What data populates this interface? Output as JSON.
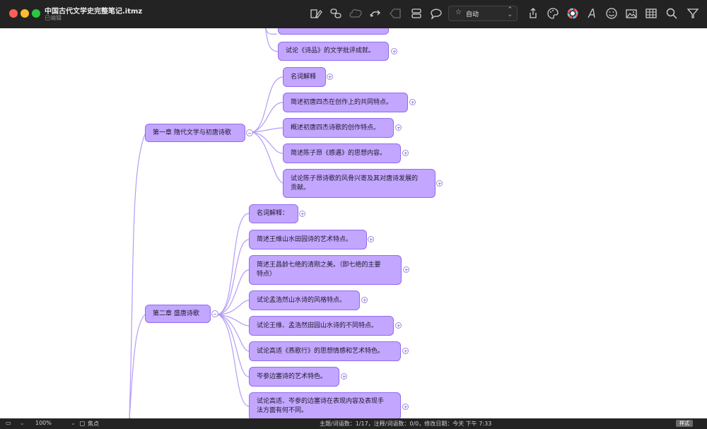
{
  "window": {
    "title": "中国古代文学史完整笔记.itmz",
    "subtitle": "已编辑"
  },
  "toolbar": {
    "style_value": "自动",
    "icons": [
      "note-icon",
      "link-icon",
      "cloud-icon",
      "undo-icon",
      "tag-icon",
      "topic-icon",
      "comment-icon",
      "share-icon",
      "palette-icon",
      "color-wheel-icon",
      "text-icon",
      "emoji-icon",
      "image-icon",
      "table-icon",
      "search-icon",
      "filter-icon"
    ]
  },
  "mindmap": {
    "top_partial": {
      "label": "试论《诗品》的文学批评成就。"
    },
    "chapter1": {
      "label": "第一章 隋代文学与初唐诗歌",
      "children": [
        "名词解释",
        "简述初唐四杰在创作上的共同特点。",
        "概述初唐四杰诗歌的创作特点。",
        "简述陈子昂《感遇》的思想内容。",
        "试论陈子昂诗歌的风骨兴寄及其对唐诗发展的贡献。"
      ],
      "child_lines": {
        "c4": [
          "试论陈子昂诗歌的风骨兴寄及其对唐诗发展的",
          "贡献。"
        ]
      }
    },
    "chapter2": {
      "label": "第二章 盛唐诗歌",
      "children": [
        "名词解释：",
        "简述王维山水田园诗的艺术特点。",
        "简述王昌龄七绝的清刚之美。（即七绝的主要特点）",
        "试论孟浩然山水诗的风格特点。",
        "试论王维、孟浩然田园山水诗的不同特点。",
        "试论高适《燕歌行》的思想情感和艺术特色。",
        "岑参边塞诗的艺术特色。",
        "试论高适、岑参的边塞诗在表现内容及表现手法方面有何不同。"
      ],
      "child_lines": {
        "c2": [
          "简述王昌龄七绝的清刚之美。（即七绝的主要",
          "特点）"
        ],
        "c7": [
          "试论高适、岑参的边塞诗在表现内容及表现手",
          "法方面有何不同。"
        ]
      }
    }
  },
  "statusbar": {
    "zoom": "100%",
    "focus_label": "焦点",
    "info": "主题/词语数：1/17，注释/词语数：0/0，修改日期：今天 下午 7:33",
    "style_button": "样式"
  },
  "colors": {
    "node_fill": "#c3a6ff",
    "node_border": "#8f6cf0",
    "connector": "#b59bf5"
  }
}
